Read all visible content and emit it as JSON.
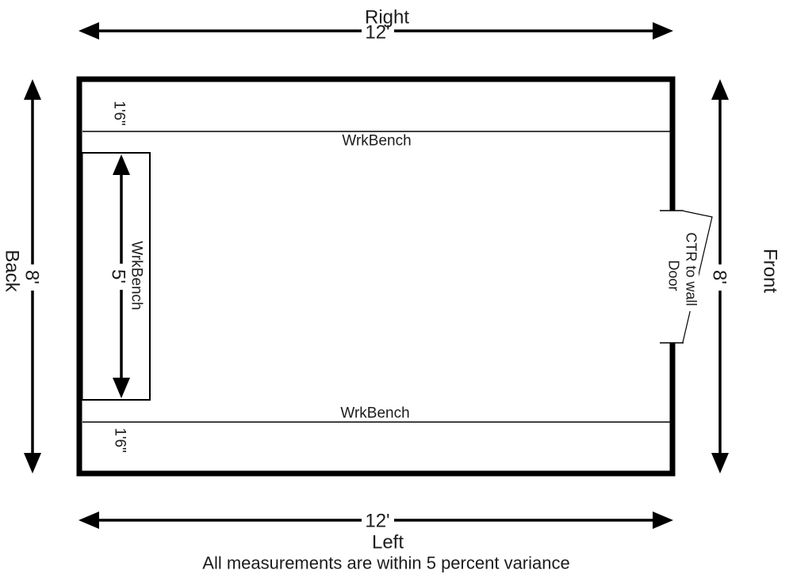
{
  "note": "All measurements are within 5 percent variance",
  "room": {
    "top": {
      "side": "Right",
      "dim": "12'"
    },
    "bottom": {
      "side": "Left",
      "dim": "12'"
    },
    "left": {
      "side": "Back",
      "dim": "8'"
    },
    "right": {
      "side": "Front",
      "dim": "8'"
    }
  },
  "benches": {
    "top": {
      "label": "WrkBench",
      "depth": "1'6\""
    },
    "bottom": {
      "label": "WrkBench",
      "depth": "1'6\""
    },
    "left": {
      "label": "WrkBench",
      "length": "5'"
    }
  },
  "door": {
    "label": "Door",
    "note": "CTR to wall"
  },
  "colors": {
    "line": "#000000",
    "text": "#1c1c1c",
    "background": "#ffffff"
  }
}
